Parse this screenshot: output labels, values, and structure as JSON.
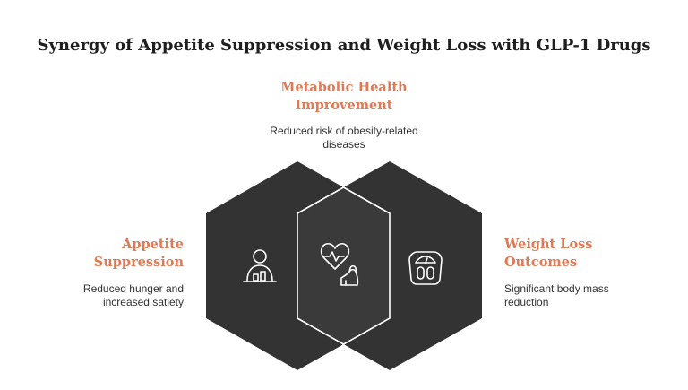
{
  "title": "Synergy of Appetite Suppression and Weight Loss with GLP-1 Drugs",
  "sections": {
    "top": {
      "heading_line1": "Metabolic Health",
      "heading_line2": "Improvement",
      "desc_line1": "Reduced risk of obesity-related",
      "desc_line2": "diseases",
      "icon": "heart-arm-icon"
    },
    "left": {
      "heading_line1": "Appetite",
      "heading_line2": "Suppression",
      "desc_line1": "Reduced hunger and",
      "desc_line2": "increased satiety",
      "icon": "person-eating-icon"
    },
    "right": {
      "heading_line1": "Weight Loss",
      "heading_line2": "Outcomes",
      "desc_line1": "Significant body mass",
      "desc_line2": "reduction",
      "icon": "scale-icon"
    }
  },
  "colors": {
    "accent": "#e07a55",
    "hexagon_fill": "#333333",
    "overlap_fill": "#3b3b3b",
    "line": "#ffffff",
    "title": "#1f1f1f"
  }
}
